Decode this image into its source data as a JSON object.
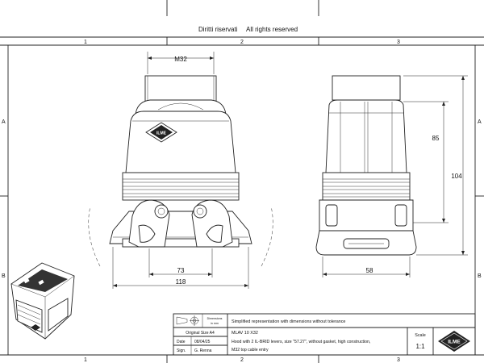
{
  "header": {
    "rights_it": "Diritti riservati",
    "rights_en": "All rights reserved"
  },
  "frame": {
    "columns": [
      "1",
      "2",
      "3"
    ],
    "rows": [
      "A",
      "B"
    ]
  },
  "views": {
    "front": {
      "dim_entry": "M32",
      "dim_width_inner": "73",
      "dim_width_outer": "118"
    },
    "side": {
      "dim_height_body": "85",
      "dim_height_total": "104",
      "dim_depth": "58"
    }
  },
  "title_block": {
    "dimensions_label": "Dimensions",
    "dimensions_unit": "in mm",
    "note": "Simplified representation with dimensions without tolerance",
    "original_size_label": "Original Size A4",
    "date_label": "Date",
    "date_value": "08/04/25",
    "sign_label": "Sign.",
    "sign_value": "G. Renna",
    "code": "MLAV 10 X32",
    "description_1": "Hood with 2 IL-BRID levers, size \"57.27\", without gasket, high construction,",
    "description_2": "M32 top cable entry",
    "scale_label": "Scale",
    "scale_value": "1:1",
    "logo_text": "ILME"
  }
}
